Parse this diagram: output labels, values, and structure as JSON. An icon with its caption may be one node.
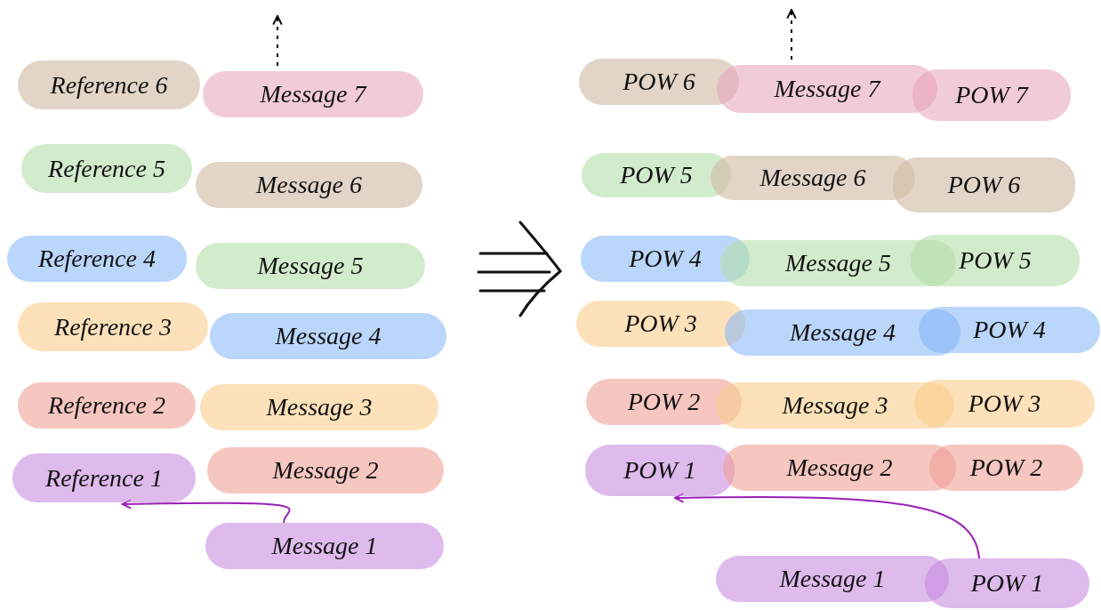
{
  "diagram": {
    "nodes": [
      {
        "text": [
          "Reference 6"
        ]
      },
      {
        "text": [
          "Message 7"
        ]
      },
      {
        "text": [
          "Reference 5"
        ]
      },
      {
        "text": [
          "Message 6"
        ]
      },
      {
        "text": [
          "Reference 4"
        ]
      },
      {
        "text": [
          "Message 5"
        ]
      },
      {
        "text": [
          "Reference 3"
        ]
      },
      {
        "text": [
          "Message 4"
        ]
      },
      {
        "text": [
          "Reference 2"
        ]
      },
      {
        "text": [
          "Message 3"
        ]
      },
      {
        "text": [
          "Reference 1"
        ]
      },
      {
        "text": [
          "Message 2"
        ]
      },
      {
        "text": [
          "Message 1"
        ]
      },
      {
        "text": [
          "POW 6"
        ]
      },
      {
        "text": [
          "Message 7"
        ]
      },
      {
        "text": [
          "POW 7"
        ]
      },
      {
        "text": [
          "POW 5"
        ]
      },
      {
        "text": [
          "Message 6"
        ]
      },
      {
        "text": [
          "POW 6"
        ]
      },
      {
        "text": [
          "POW 4"
        ]
      },
      {
        "text": [
          "Message 5"
        ]
      },
      {
        "text": [
          "POW 5"
        ]
      },
      {
        "text": [
          "POW 3"
        ]
      },
      {
        "text": [
          "Message 4"
        ]
      },
      {
        "text": [
          "POW 4"
        ]
      },
      {
        "text": [
          "POW 2"
        ]
      },
      {
        "text": [
          "Message 3"
        ]
      },
      {
        "text": [
          "POW 3"
        ]
      },
      {
        "text": [
          "POW 1"
        ]
      },
      {
        "text": [
          "Message 2"
        ]
      },
      {
        "text": [
          "POW 2"
        ]
      },
      {
        "text": [
          "Message 1"
        ]
      },
      {
        "text": [
          "POW 1"
        ]
      }
    ],
    "edges": [
      {
        "from": 1,
        "to": null,
        "arrow": "to",
        "style": "dashed",
        "color": "#000000"
      },
      {
        "from": 12,
        "to": 10,
        "arrow": "to",
        "color": "#9b1fb5"
      },
      {
        "from": 14,
        "to": null,
        "arrow": "to",
        "style": "dashed",
        "color": "#000000"
      },
      {
        "from": 32,
        "to": 28,
        "arrow": "to",
        "color": "#9b1fb5"
      }
    ]
  }
}
